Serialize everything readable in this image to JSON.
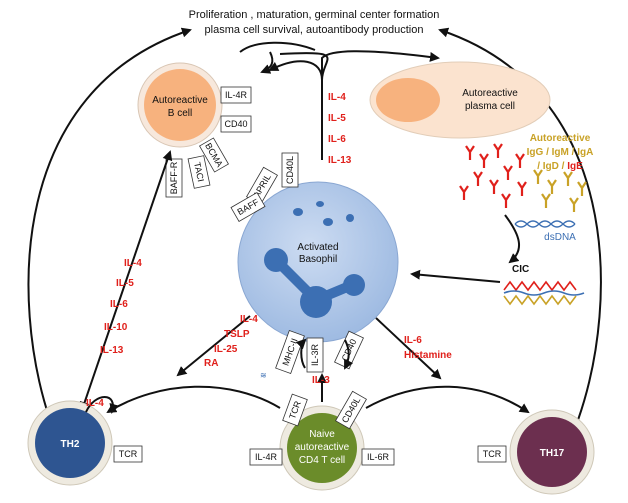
{
  "top_text": {
    "line1": "Proliferation , maturation, germinal center formation",
    "line2": "plasma cell survival, autoantibody production"
  },
  "b_cell": {
    "label_line1": "Autoreactive",
    "label_line2": "B cell",
    "receptors": [
      "IL-4R",
      "CD40",
      "BCMA",
      "TACI",
      "BAFF-R"
    ]
  },
  "plasma_cell": {
    "label_line1": "Autoreactive",
    "label_line2": "plasma cell"
  },
  "basophil": {
    "label_line1": "Activated",
    "label_line2": "Basophil",
    "surface": [
      "CD40L",
      "APRIL",
      "BAFF",
      "MHC-II",
      "IL-3R",
      "CD40"
    ]
  },
  "basophil_cytokines_to_b": [
    "IL-4",
    "IL-5",
    "IL-6",
    "IL-13"
  ],
  "th2_b_cytokines": [
    "IL-4",
    "IL-5",
    "IL-6",
    "IL-10",
    "IL-13"
  ],
  "basophil_to_th2": [
    "IL-4",
    "TSLP",
    "IL-25",
    "RA"
  ],
  "basophil_to_th17": [
    "IL-6",
    "Histamine"
  ],
  "il3_label": "IL-3",
  "th2_feedback": "IL-4",
  "antibodies": {
    "title": "Autoreactive",
    "line2_parts": [
      {
        "text": "IgG / IgM / IgA",
        "color": "#c9a227"
      },
      {
        "text": "/ IgD / ",
        "color": "#c9a227"
      },
      {
        "text": "IgE",
        "color": "#e0201b"
      }
    ]
  },
  "dsdna_label": "dsDNA",
  "cic_label": "CIC",
  "th2": {
    "label": "TH2",
    "receptor": "TCR"
  },
  "naive_t": {
    "label_line1": "Naive",
    "label_line2": "autoreactive",
    "label_line3": "CD4 T cell",
    "receptors": [
      "TCR",
      "CD40L",
      "IL-4R",
      "IL-6R"
    ]
  },
  "th17": {
    "label": "TH17",
    "receptor": "TCR"
  },
  "colors": {
    "bcell_fill": "#f7b27e",
    "bcell_ring": "#f7e8dc",
    "plasma_bg": "#fbe3cf",
    "basophil_fill": "#b7cdec",
    "basophil_dark": "#3c6fb3",
    "th2_fill": "#2e5591",
    "naive_fill": "#6b8c2a",
    "th17_fill": "#6c2f4f",
    "ring": "#eeeae0",
    "cytokine_red": "#e0201b"
  }
}
